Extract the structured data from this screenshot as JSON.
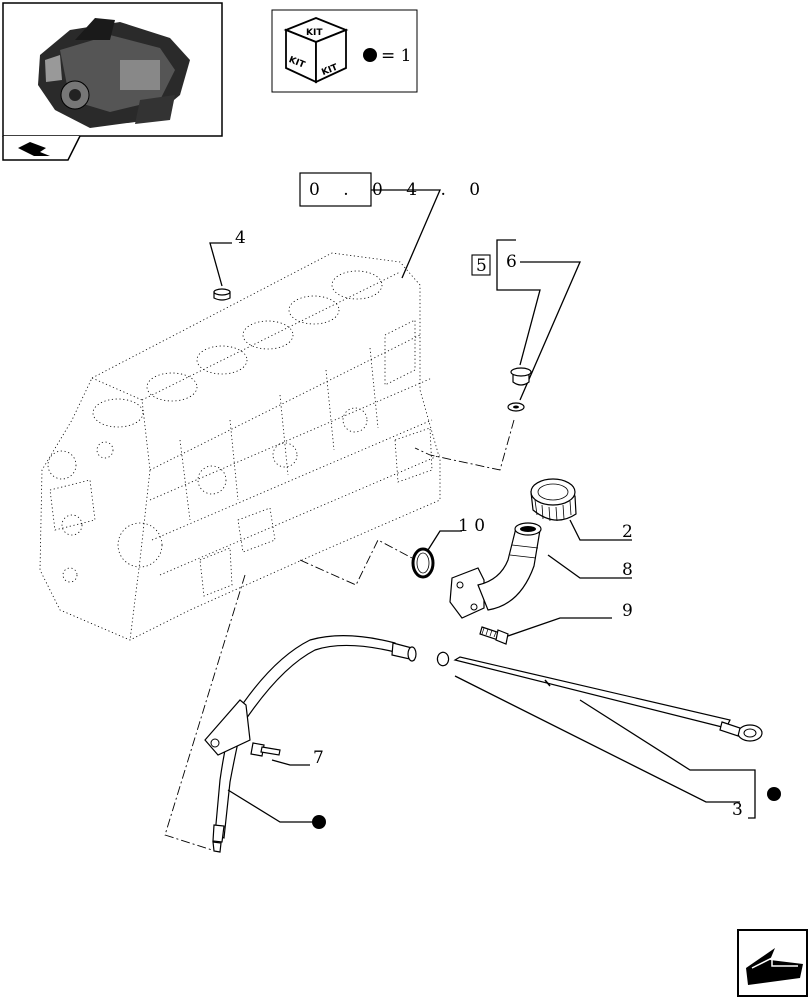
{
  "kit_legend": {
    "kit_words": [
      "KIT",
      "KIT",
      "KIT"
    ],
    "equals_text": "= 1"
  },
  "reference_code": "0 . 0 4 . 0",
  "bracket_ref": "5",
  "callouts": [
    {
      "id": "4",
      "text": "4"
    },
    {
      "id": "6",
      "text": "6"
    },
    {
      "id": "10",
      "text": "1 0"
    },
    {
      "id": "2",
      "text": "2"
    },
    {
      "id": "8",
      "text": "8"
    },
    {
      "id": "9",
      "text": "9"
    },
    {
      "id": "7",
      "text": "7"
    },
    {
      "id": "3",
      "text": "3"
    }
  ],
  "colors": {
    "line": "#000000",
    "background": "#ffffff"
  },
  "icons": [
    "engine-thumbnail-icon",
    "kit-box-icon",
    "kit-dot-icon",
    "nav-arrow-icon",
    "next-page-arrow-icon"
  ]
}
